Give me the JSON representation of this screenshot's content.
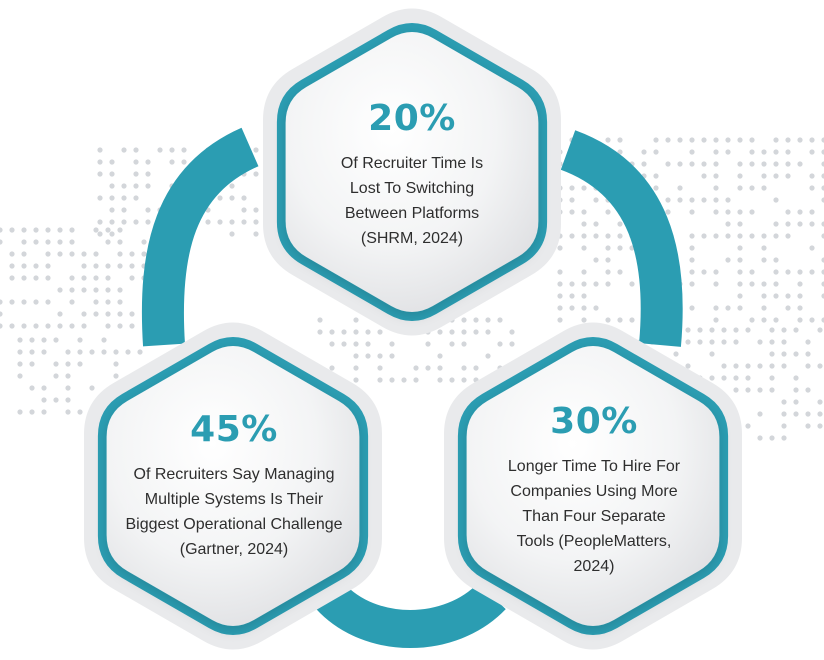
{
  "colors": {
    "accent": "#2b9db2",
    "accent_dark": "#1f8296",
    "hex_fill_light": "#ffffff",
    "hex_fill_dark": "#e4e5e7",
    "outer_ring": "#e9eaec",
    "dots": "#d3d6da",
    "text": "#2e2e2e"
  },
  "stats": [
    {
      "value": "20%",
      "desc_lines": [
        "Of Recruiter Time Is",
        "Lost To Switching",
        "Between Platforms",
        "(SHRM, 2024)"
      ]
    },
    {
      "value": "45%",
      "desc_lines": [
        "Of Recruiters Say Managing",
        "Multiple Systems Is Their",
        "Biggest Operational Challenge",
        "(Gartner, 2024)"
      ]
    },
    {
      "value": "30%",
      "desc_lines": [
        "Longer Time To Hire For",
        "Companies Using More",
        "Than Four Separate",
        "Tools (PeopleMatters,",
        "2024)"
      ]
    }
  ]
}
